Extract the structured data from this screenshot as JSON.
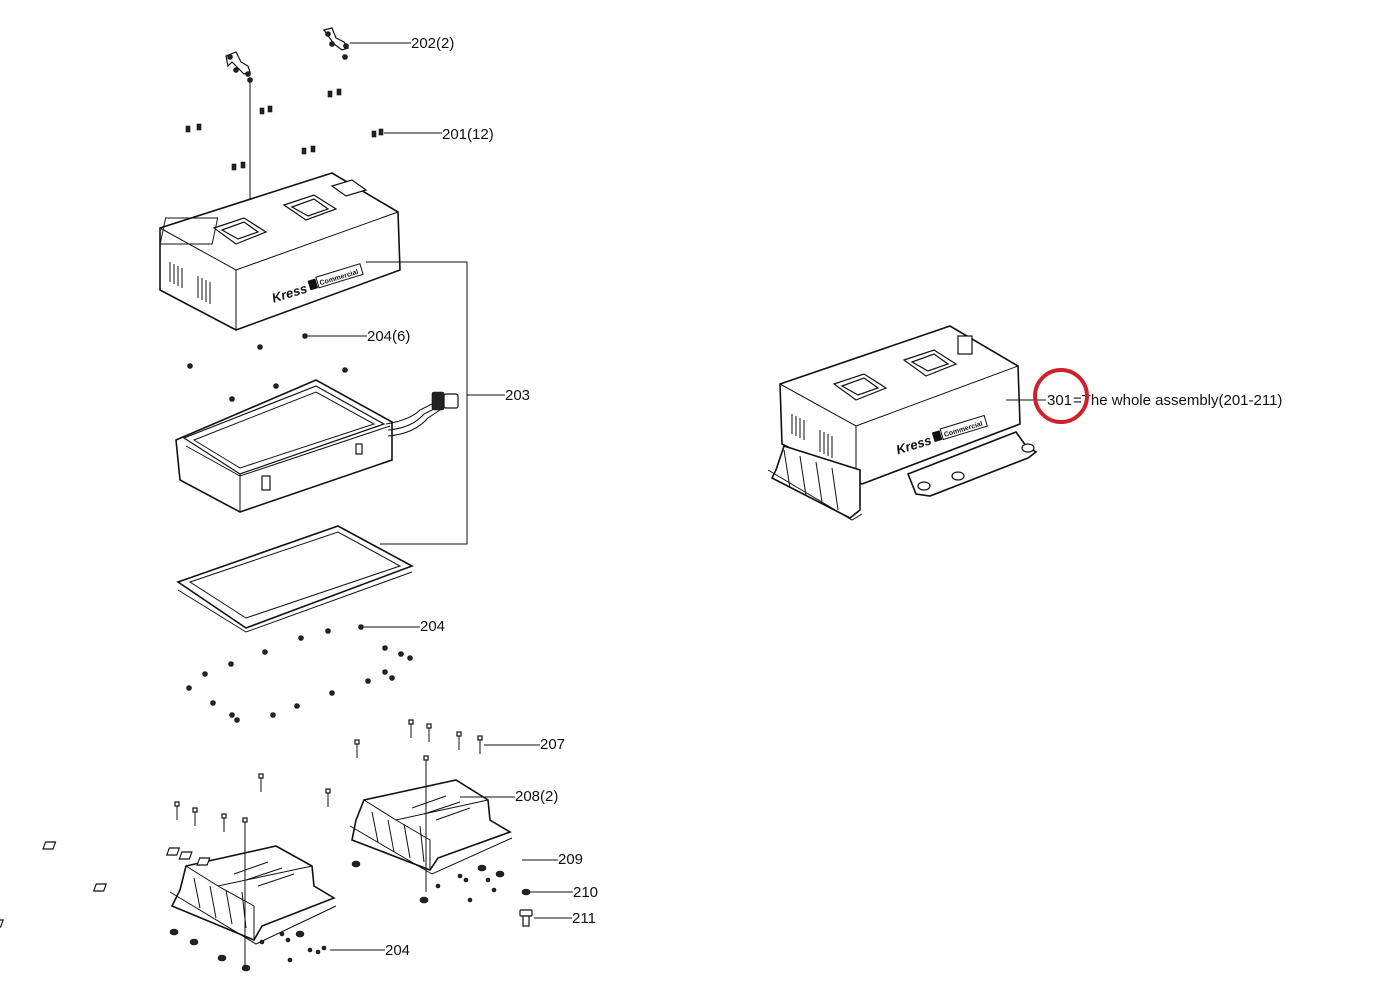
{
  "callouts": {
    "c202": "202(2)",
    "c201": "201(12)",
    "c204a": "204(6)",
    "c203": "203",
    "c204b": "204",
    "c207": "207",
    "c208": "208(2)",
    "c209": "209",
    "c210": "210",
    "c211": "211",
    "c204c": "204",
    "c301": "301",
    "c301_desc": "=The whole assembly(201-211)"
  },
  "brand": {
    "logo_text": "Kress",
    "logo_badge": "Commercial"
  },
  "colors": {
    "line": "#111111",
    "highlight_circle": "#d0202a",
    "background": "#ffffff"
  }
}
